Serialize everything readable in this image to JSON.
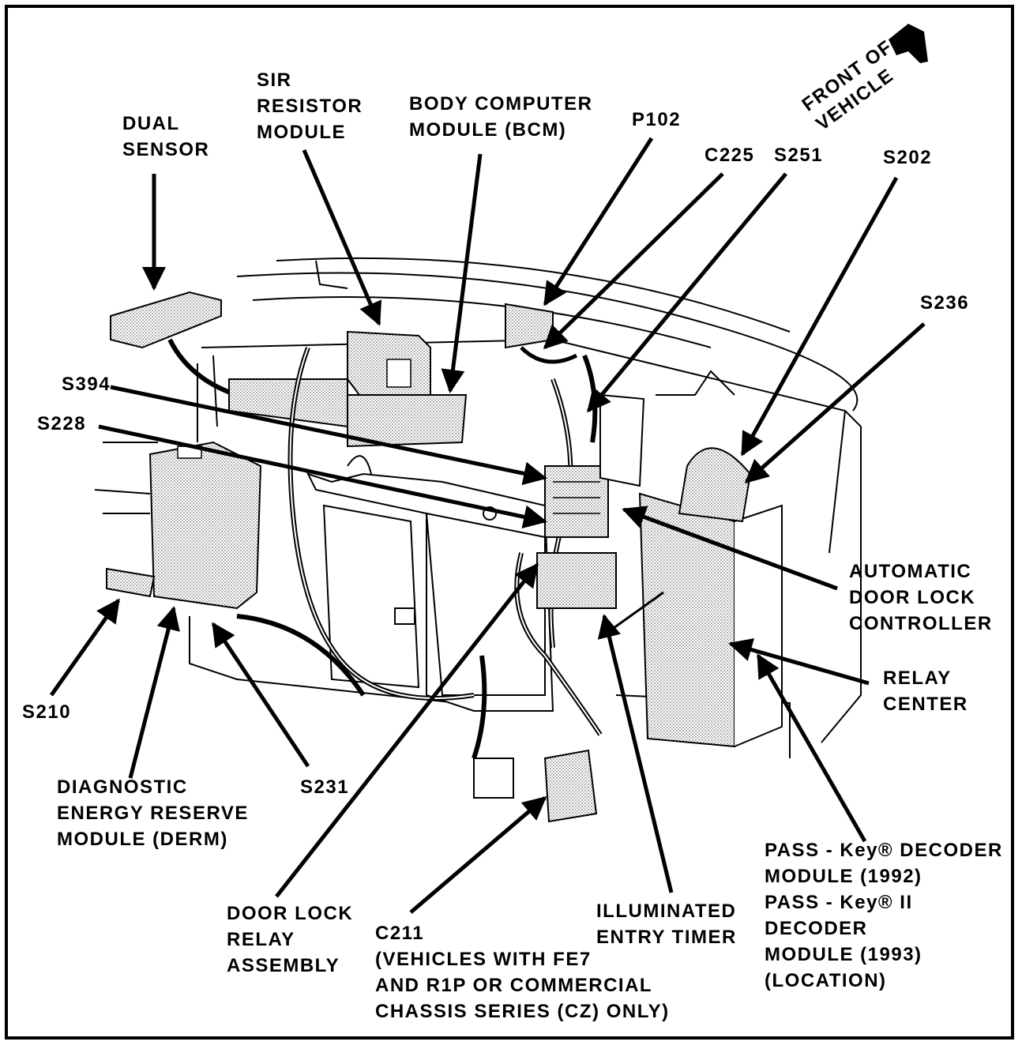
{
  "labels": {
    "dual_sensor": "DUAL\nSENSOR",
    "sir_resistor": "SIR\nRESISTOR\nMODULE",
    "bcm": "BODY COMPUTER\nMODULE (BCM)",
    "p102": "P102",
    "c225": "C225",
    "s251": "S251",
    "s202": "S202",
    "front_of_vehicle": "FRONT OF\nVEHICLE",
    "s236": "S236",
    "s394": "S394",
    "s228": "S228",
    "auto_door_lock": "AUTOMATIC\nDOOR LOCK\nCONTROLLER",
    "relay_center": "RELAY\nCENTER",
    "s210": "S210",
    "derm": "DIAGNOSTIC\nENERGY RESERVE\nMODULE (DERM)",
    "s231": "S231",
    "pass_key": "PASS - Key® DECODER\nMODULE (1992)\nPASS - Key® II DECODER\nMODULE (1993)\n(LOCATION)",
    "door_lock_relay": "DOOR LOCK\nRELAY\nASSEMBLY",
    "c211": "C211\n(VEHICLES WITH FE7\nAND R1P OR COMMERCIAL\nCHASSIS SERIES (CZ) ONLY)",
    "illuminated_entry": "ILLUMINATED\nENTRY TIMER"
  }
}
